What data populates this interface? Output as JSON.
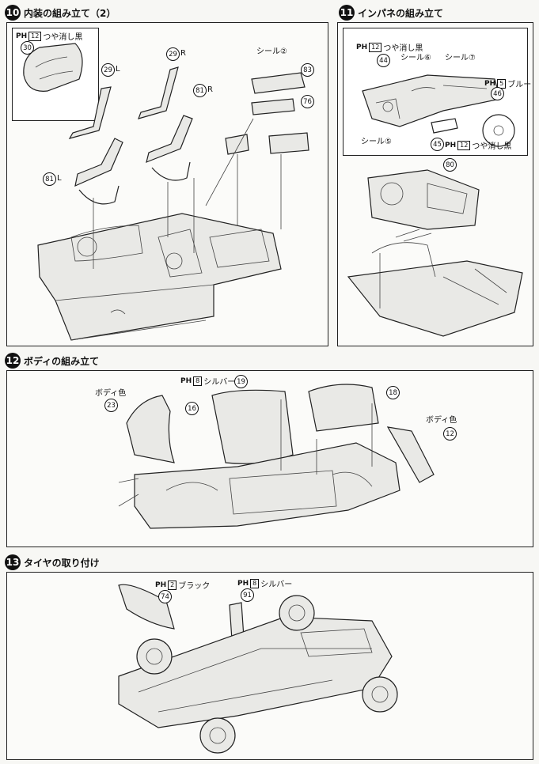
{
  "steps": {
    "s10": {
      "num": "10",
      "title": "内装の組み立て（2）"
    },
    "s11": {
      "num": "11",
      "title": "インパネの組み立て"
    },
    "s12": {
      "num": "12",
      "title": "ボディの組み立て"
    },
    "s13": {
      "num": "13",
      "title": "タイヤの取り付け"
    }
  },
  "s10": {
    "inset_paint": {
      "tag": "PH",
      "code": "12",
      "text": "つや消し黒"
    },
    "part30": "30",
    "part29L": "29",
    "part29L_side": "L",
    "part29R": "29",
    "part29R_side": "R",
    "part81R": "81",
    "part81R_side": "R",
    "part81L": "81",
    "part81L_side": "L",
    "seal2": "シール②",
    "part83": "83",
    "part76": "76"
  },
  "s11": {
    "paint1": {
      "tag": "PH",
      "code": "12",
      "text": "つや消し黒"
    },
    "part44": "44",
    "seal6": "シール⑥",
    "seal7": "シール⑦",
    "paint2": {
      "tag": "PH",
      "code": "5",
      "text": "ブルー"
    },
    "part46": "46",
    "seal5": "シール⑤",
    "part45": "45",
    "paint3": {
      "tag": "PH",
      "code": "12",
      "text": "つや消し黒"
    },
    "part80": "80"
  },
  "s12": {
    "paint_silver": {
      "tag": "PH",
      "code": "8",
      "text": "シルバー"
    },
    "part19": "19",
    "part18": "18",
    "body_color_left": "ボディ色",
    "part23": "23",
    "part16": "16",
    "body_color_right": "ボディ色",
    "part12": "12"
  },
  "s13": {
    "paint_black": {
      "tag": "PH",
      "code": "2",
      "text": "ブラック"
    },
    "part74": "74",
    "paint_silver": {
      "tag": "PH",
      "code": "8",
      "text": "シルバー"
    },
    "part91": "91"
  }
}
